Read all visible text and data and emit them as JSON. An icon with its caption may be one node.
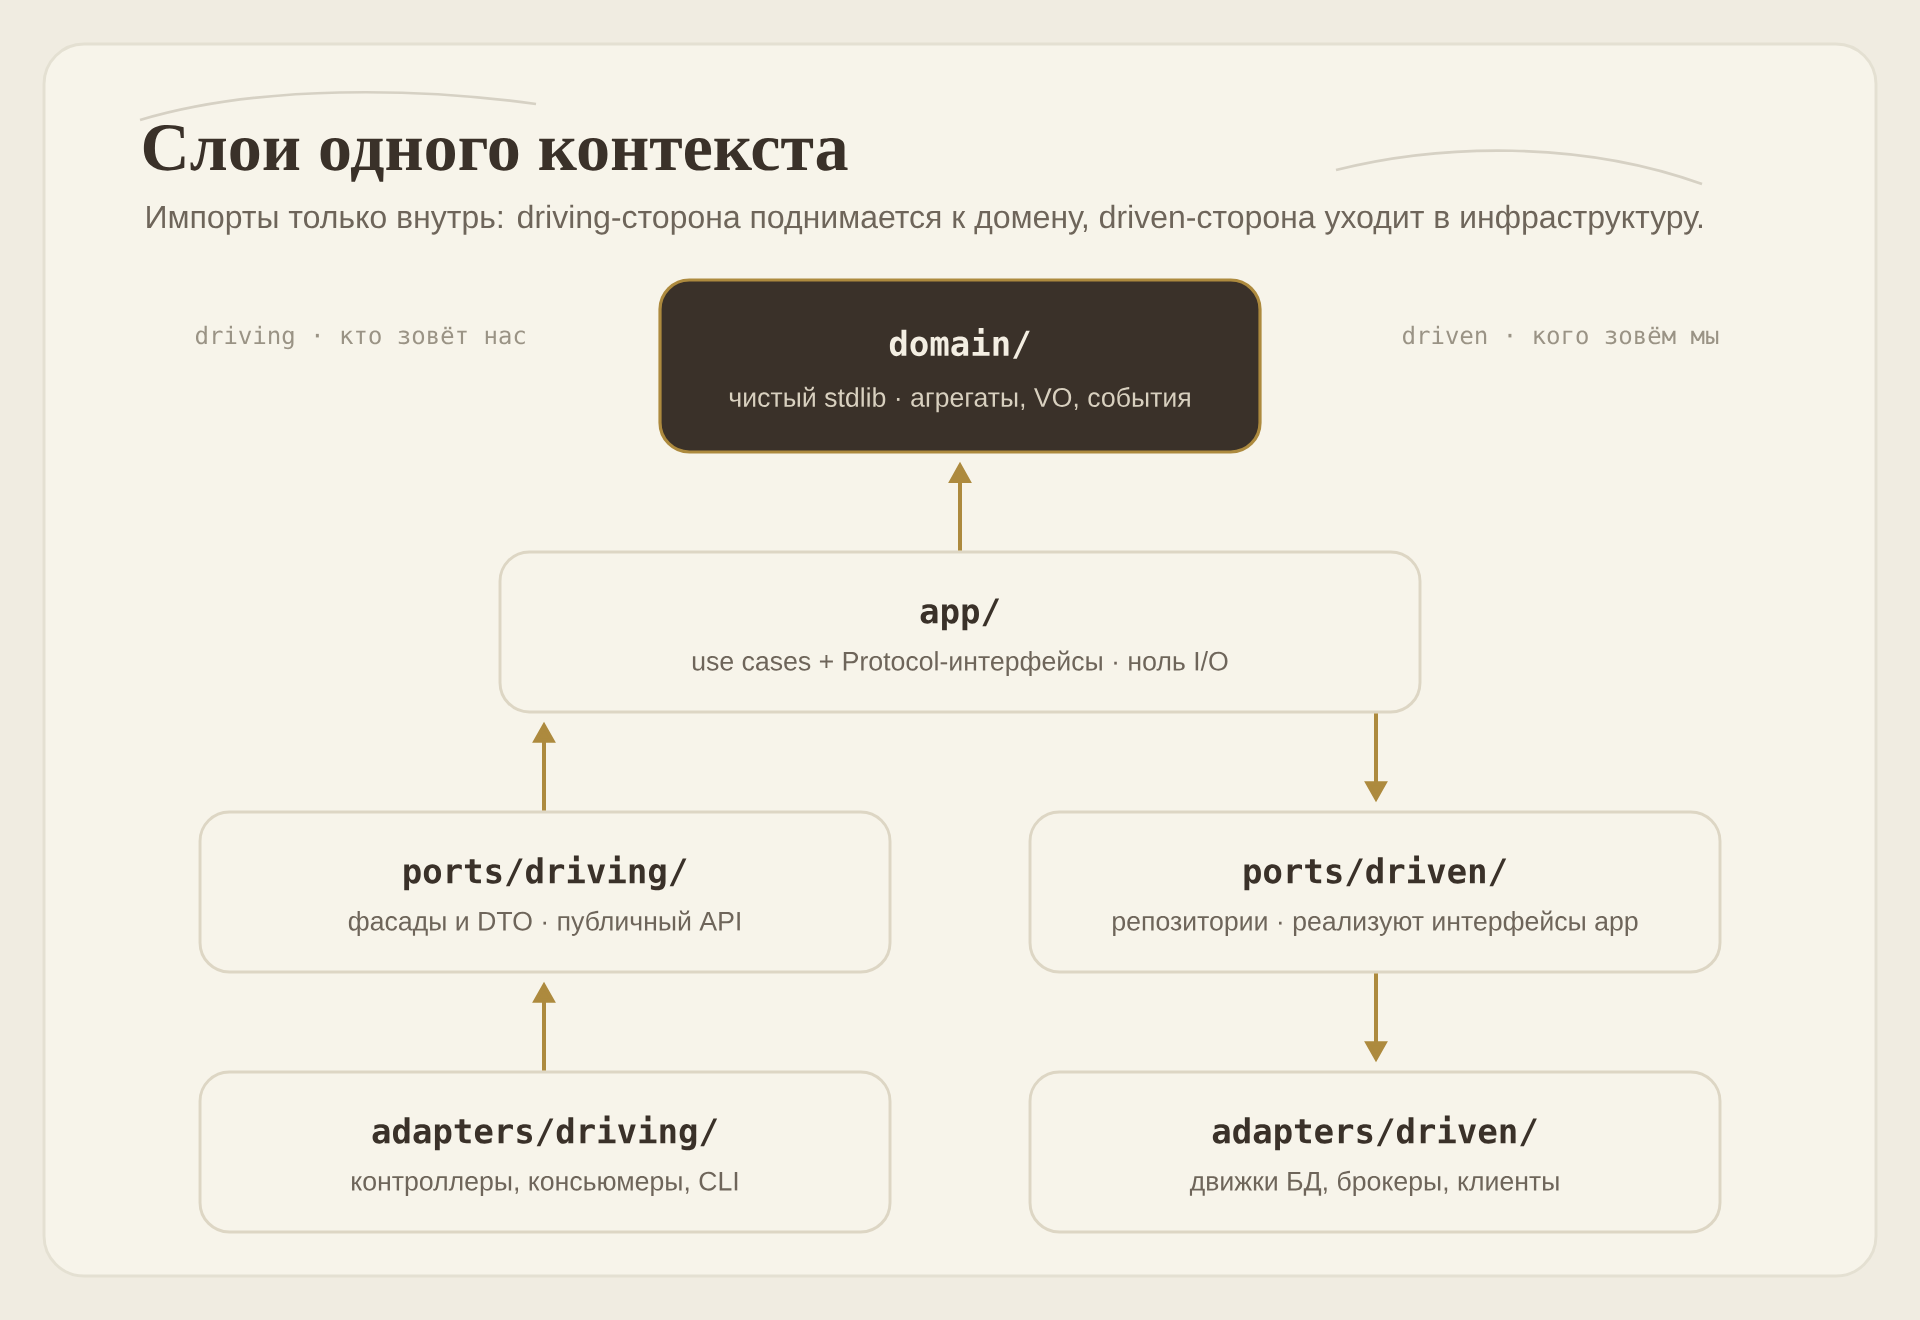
{
  "diagram": {
    "title": "Слои одного контекста",
    "nodes": [
      {
        "text": [
          "domain/",
          "чистый stdlib · агрегаты, VO, события"
        ]
      },
      {
        "text": [
          "app/",
          "use cases + Protocol-интерфейсы · ноль I/O"
        ]
      },
      {
        "text": [
          "ports/driving/",
          "фасады и DTO · публичный API"
        ]
      },
      {
        "text": [
          "ports/driven/",
          "репозитории · реализуют интерфейсы app"
        ]
      },
      {
        "text": [
          "adapters/driving/",
          "контроллеры, консьюмеры, CLI"
        ]
      },
      {
        "text": [
          "adapters/driven/",
          "движки БД, брокеры, клиенты"
        ]
      }
    ],
    "edges": [
      {
        "from": 1,
        "to": 0,
        "arrow": "to"
      },
      {
        "from": 2,
        "to": 1,
        "arrow": "to"
      },
      {
        "from": 1,
        "to": 3,
        "arrow": "to"
      },
      {
        "from": 4,
        "to": 2,
        "arrow": "to"
      },
      {
        "from": 3,
        "to": 5,
        "arrow": "to"
      }
    ],
    "labels": [
      "Импорты только внутрь: driving-сторона поднимается к домену, driven-сторона уходит в инфраструктуру.",
      "driving · кто зовёт нас",
      "driven · кого зовём мы"
    ]
  }
}
